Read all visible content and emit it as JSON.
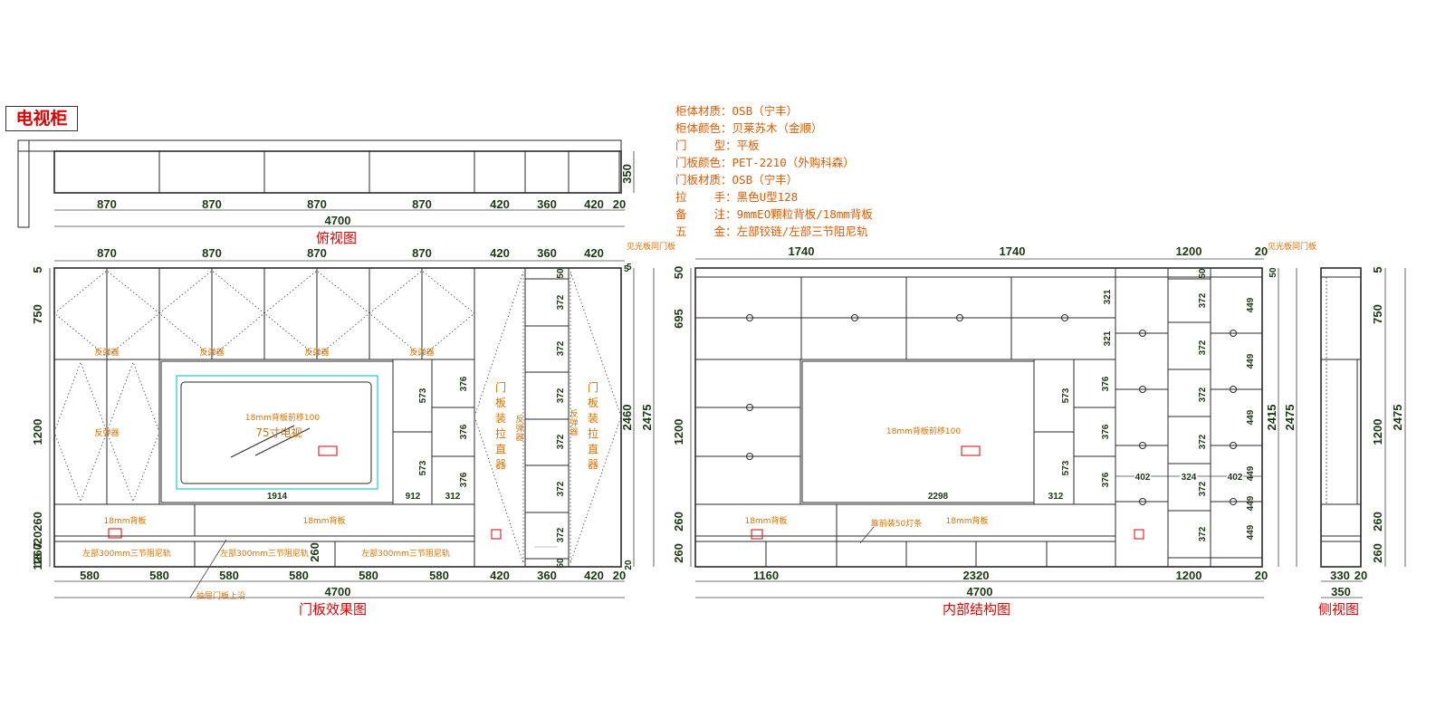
{
  "title": "电视柜",
  "specs": [
    {
      "label": "柜体材质：",
      "value": "OSB（宁丰）"
    },
    {
      "label": "柜体颜色：",
      "value": "贝莱苏木（金顺）"
    },
    {
      "label": "门    型：",
      "value": "平板"
    },
    {
      "label": "门板颜色：",
      "value": "PET-2210（外购科森）"
    },
    {
      "label": "门板材质：",
      "value": "OSB（宁丰）"
    },
    {
      "label": "拉    手：",
      "value": "黑色U型128"
    },
    {
      "label": "备    注：",
      "value": "9mmEO颗粒背板/18mm背板"
    },
    {
      "label": "五    金：",
      "value": "左部铰链/左部三节阻尼轨"
    }
  ],
  "captions": {
    "top_view": "俯视图",
    "door_view": "门板效果图",
    "internal_view": "内部结构图",
    "side_view": "侧视图"
  },
  "top_view": {
    "widths": [
      "870",
      "870",
      "870",
      "870",
      "420",
      "360",
      "420",
      "20"
    ],
    "total": "4700",
    "depth": "350"
  },
  "door_view": {
    "top_widths": [
      "870",
      "870",
      "870",
      "870",
      "420",
      "360",
      "420"
    ],
    "corner_note": "见光板同门板",
    "corner_dim": "5",
    "left_heights": [
      "5",
      "750",
      "1200",
      "260",
      "20",
      "7",
      "260",
      "18",
      "1"
    ],
    "right_heights": [
      "2460",
      "2475"
    ],
    "right_small": [
      "5",
      "20"
    ],
    "bottom_widths": [
      "580",
      "580",
      "580",
      "580",
      "580",
      "580",
      "420",
      "360",
      "420",
      "20"
    ],
    "total": "4700",
    "mid_dims": [
      "1914",
      "912",
      "312"
    ],
    "shelf_heights": [
      "573",
      "573",
      "376",
      "376",
      "376"
    ],
    "col_heights": [
      "50",
      "372",
      "372",
      "372",
      "372",
      "372",
      "372",
      "50"
    ],
    "labels": {
      "reb": "反弹器",
      "tv_note": "18mm背板前移100",
      "tv": "75寸电视",
      "back18": "18mm背板",
      "rail": "左部300mm三节阻尼轨",
      "drawer_note": "抽屉门板上沿",
      "door_pull": [
        "门",
        "板",
        "装",
        "拉",
        "直",
        "器"
      ],
      "door_pull2": [
        "门",
        "板",
        "装",
        "拉",
        "直",
        "器"
      ],
      "reb_v": [
        "反",
        "弹",
        "器"
      ]
    },
    "drawer_h": "260"
  },
  "internal_view": {
    "top_widths": [
      "1740",
      "1740",
      "1200",
      "20"
    ],
    "corner_note": "见光板同门板",
    "left_heights": [
      "50",
      "695",
      "1200",
      "260",
      "260"
    ],
    "right_heights": [
      "2415",
      "2475"
    ],
    "right_small": [
      "50"
    ],
    "bottom_widths": [
      "1160",
      "2320",
      "1200",
      "20"
    ],
    "total": "4700",
    "mid_dims": [
      "2298",
      "312"
    ],
    "inner_heights": [
      "321",
      "321",
      "573",
      "573",
      "376",
      "376",
      "376"
    ],
    "col_dims": [
      "402",
      "324",
      "402"
    ],
    "col_heights": [
      "50",
      "372",
      "372",
      "372",
      "372",
      "372",
      "372"
    ],
    "col_heights2": [
      "449",
      "449",
      "449",
      "449",
      "449",
      "449"
    ],
    "labels": {
      "tv_note": "18mm背板前移100",
      "back18a": "18mm背板",
      "back18b": "18mm背板",
      "led": "靠前装50灯条"
    }
  },
  "side_view": {
    "heights": [
      "5",
      "750",
      "1200",
      "260",
      "260"
    ],
    "total": "2475",
    "widths": [
      "330",
      "20"
    ],
    "total_w": "350"
  }
}
